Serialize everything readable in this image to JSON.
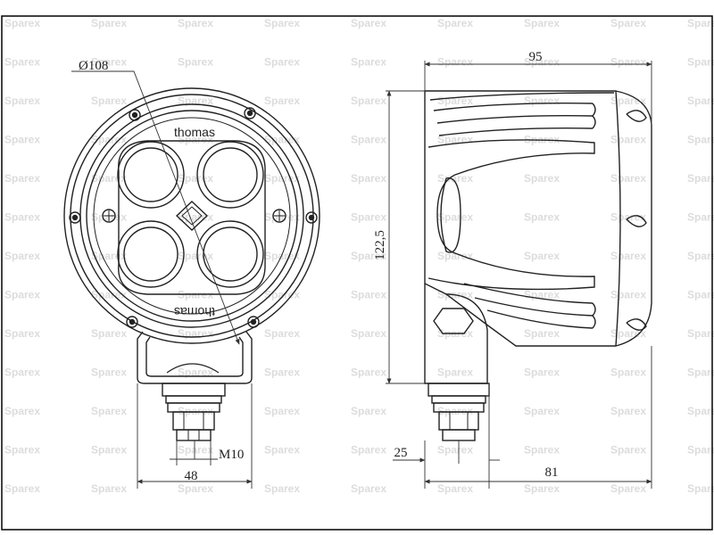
{
  "watermark": {
    "text": "Sparex",
    "color": "#dcdcdc"
  },
  "front_view": {
    "brand_top": "thomas",
    "brand_bottom": "thomas",
    "dim_diameter": "Ø108",
    "dim_width": "48",
    "dim_thread": "M10"
  },
  "side_view": {
    "dim_depth": "95",
    "dim_height": "122,5",
    "dim_stud_offset": "25",
    "dim_base": "81"
  },
  "colors": {
    "line": "#222222",
    "dim": "#333333",
    "border": "#000000"
  }
}
